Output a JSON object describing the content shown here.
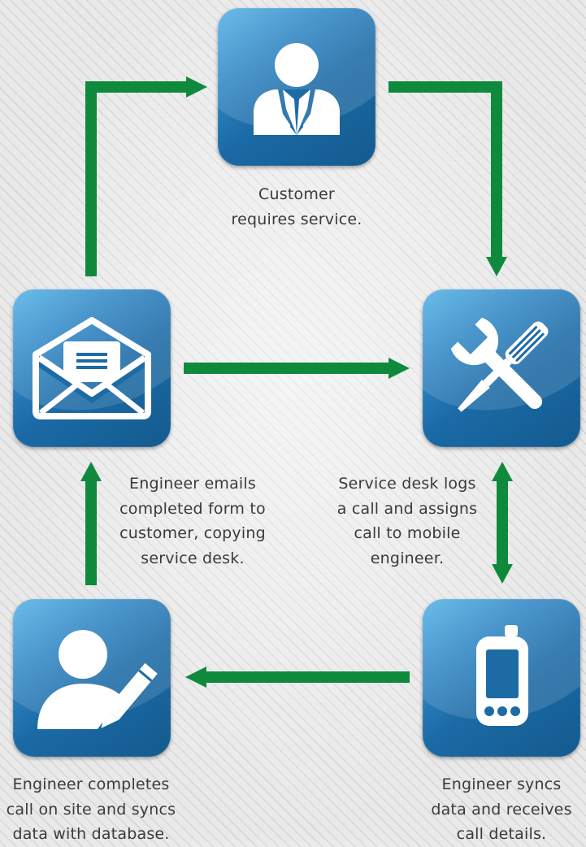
{
  "diagram": {
    "accent_color": "#0f8a3c",
    "tile_color": "#1b6aa6",
    "nodes": [
      {
        "id": "customer",
        "icon": "customer-icon",
        "caption": [
          "Customer",
          "requires service."
        ]
      },
      {
        "id": "service-desk",
        "icon": "tools-icon",
        "caption": []
      },
      {
        "id": "email",
        "icon": "envelope-icon",
        "caption": [
          "Engineer emails",
          "completed form to",
          "customer, copying",
          "service desk."
        ]
      },
      {
        "id": "service-desk-label",
        "icon": "",
        "caption": [
          "Service desk logs",
          "a call and assigns",
          "call to mobile",
          "engineer."
        ]
      },
      {
        "id": "mobile",
        "icon": "mobile-phone-icon",
        "caption": [
          "Engineer syncs",
          "data and receives",
          "call details."
        ]
      },
      {
        "id": "engineer",
        "icon": "engineer-edit-icon",
        "caption": [
          "Engineer completes",
          "call on site and syncs",
          "data with database."
        ]
      }
    ]
  }
}
